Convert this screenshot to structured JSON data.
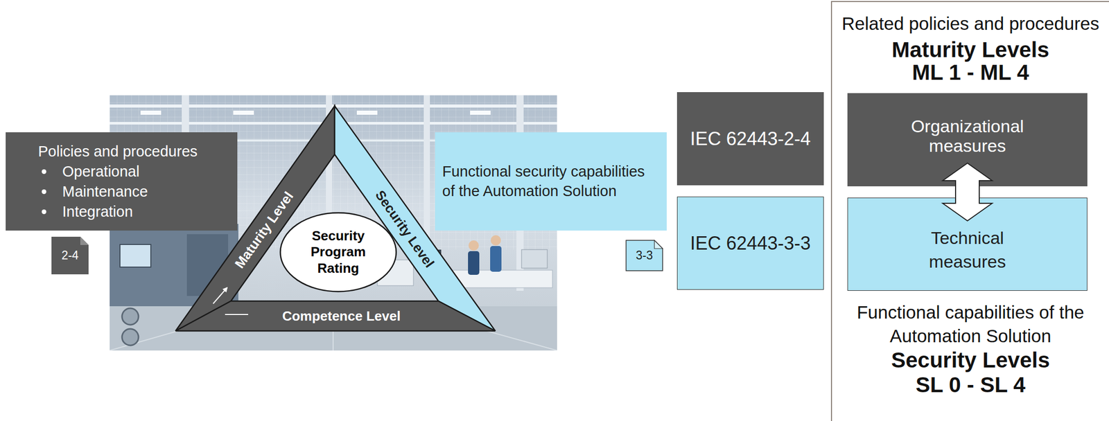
{
  "diagram": {
    "nodes": [
      {
        "text": [
          "Policies and procedures",
          "Operational",
          "Maintenance",
          "Integration"
        ]
      },
      {
        "text": [
          "2-4"
        ]
      },
      {
        "text": [
          "Maturity Level"
        ]
      },
      {
        "text": [
          "Security Level"
        ]
      },
      {
        "text": [
          "Competence Level"
        ]
      },
      {
        "text": [
          "Security Program Rating"
        ]
      },
      {
        "text": [
          "Functional security capabilities of the Automation Solution"
        ]
      },
      {
        "text": [
          "3-3"
        ]
      },
      {
        "text": [
          "IEC 62443-2-4"
        ]
      },
      {
        "text": [
          "IEC 62443-3-3"
        ]
      },
      {
        "text": [
          "Related policies and procedures",
          "Maturity Levels",
          "ML 1 - ML 4",
          "Functional capabilities of the Automation Solution",
          "Security Levels",
          "SL 0 - SL 4"
        ]
      },
      {
        "text": [
          "Organizational measures"
        ],
        "in": 10
      },
      {
        "text": [
          "Technical measures"
        ],
        "in": 10
      }
    ],
    "edges": [
      {
        "from": 11,
        "to": 12,
        "arrow": "both"
      }
    ]
  }
}
